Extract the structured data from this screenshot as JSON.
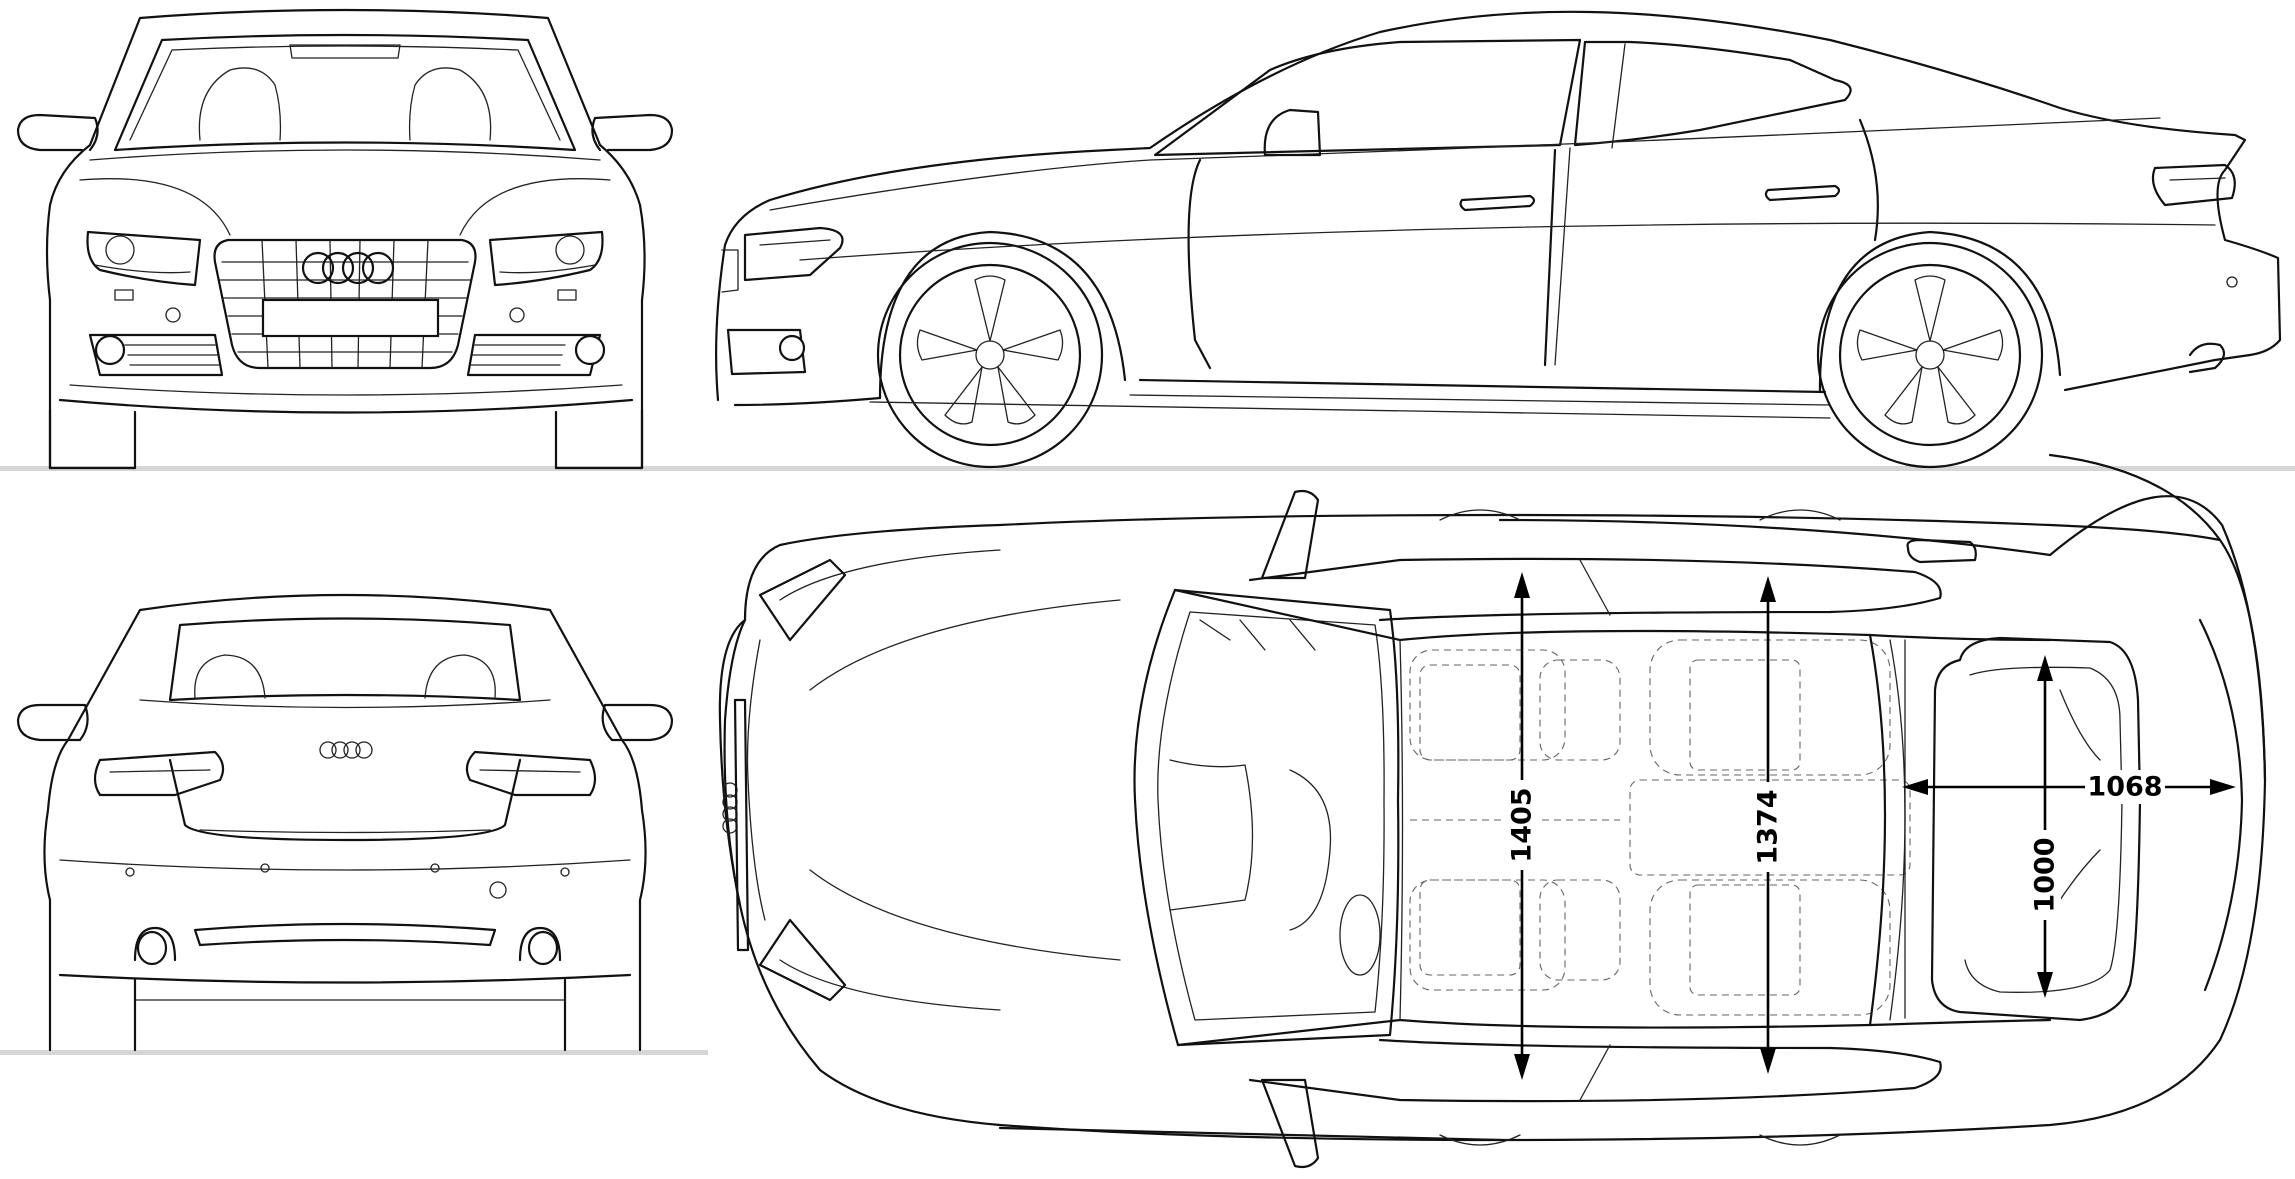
{
  "views": {
    "front": "front-view",
    "side": "side-view",
    "rear": "rear-view",
    "top": "top-view"
  },
  "dimensions": {
    "front_track_width": "1405",
    "rear_track_width": "1374",
    "trunk_length": "1068",
    "trunk_width": "1000"
  },
  "colors": {
    "line": "#111111",
    "separator": "#d6d6d6",
    "background": "#ffffff",
    "dimension": "#000000"
  }
}
